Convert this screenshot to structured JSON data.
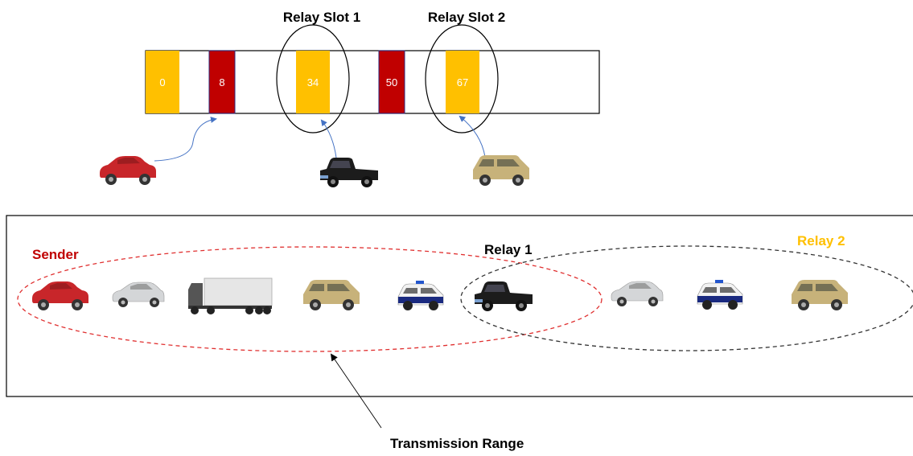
{
  "labels": {
    "relay_slot_1": "Relay Slot 1",
    "relay_slot_2": "Relay Slot 2",
    "sender": "Sender",
    "relay_1": "Relay 1",
    "relay_2": "Relay 2",
    "transmission_range": "Transmission Range"
  },
  "slots": [
    {
      "label": "0",
      "color": "#ffc000"
    },
    {
      "label": "8",
      "color": "#c00000"
    },
    {
      "label": "34",
      "color": "#ffc000"
    },
    {
      "label": "50",
      "color": "#c00000"
    },
    {
      "label": "67",
      "color": "#ffc000"
    }
  ],
  "colors": {
    "sender": "#c00000",
    "relay_1": "#000000",
    "relay_2": "#ffc000",
    "sender_range": "#e03030",
    "relay_range": "#333333",
    "pointer_arrow": "#4472c4"
  },
  "vehicles_top": [
    {
      "icon": "red-car-icon",
      "role": "sender"
    },
    {
      "icon": "black-pickup-icon",
      "role": "relay 1"
    },
    {
      "icon": "tan-suv-icon",
      "role": "relay 2"
    }
  ],
  "vehicles_road": [
    {
      "icon": "red-car-icon"
    },
    {
      "icon": "silver-car-icon"
    },
    {
      "icon": "truck-icon"
    },
    {
      "icon": "tan-suv-icon"
    },
    {
      "icon": "police-car-icon"
    },
    {
      "icon": "black-pickup-icon"
    },
    {
      "icon": "silver-car-icon"
    },
    {
      "icon": "police-car-icon"
    },
    {
      "icon": "tan-suv-icon"
    }
  ]
}
